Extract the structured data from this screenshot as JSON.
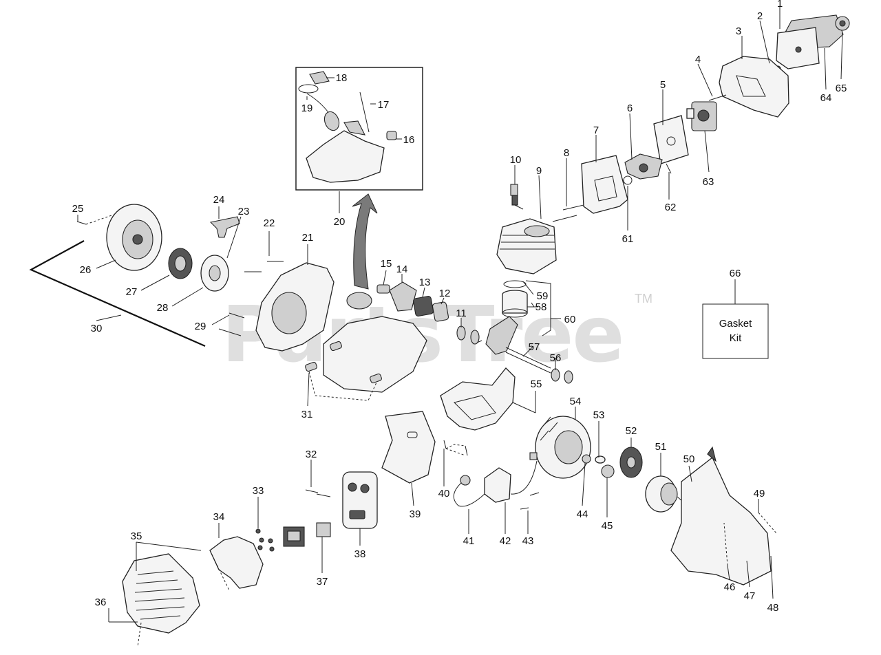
{
  "watermark": "PartsTree",
  "trademark": "TM",
  "gasket_kit": {
    "number": "66",
    "line1": "Gasket",
    "line2": "Kit"
  },
  "callouts": [
    {
      "id": "1"
    },
    {
      "id": "2"
    },
    {
      "id": "3"
    },
    {
      "id": "4"
    },
    {
      "id": "5"
    },
    {
      "id": "6"
    },
    {
      "id": "7"
    },
    {
      "id": "8"
    },
    {
      "id": "9"
    },
    {
      "id": "10"
    },
    {
      "id": "11"
    },
    {
      "id": "12"
    },
    {
      "id": "13"
    },
    {
      "id": "14"
    },
    {
      "id": "15"
    },
    {
      "id": "16"
    },
    {
      "id": "17"
    },
    {
      "id": "18"
    },
    {
      "id": "19"
    },
    {
      "id": "20"
    },
    {
      "id": "21"
    },
    {
      "id": "22"
    },
    {
      "id": "23"
    },
    {
      "id": "24"
    },
    {
      "id": "25"
    },
    {
      "id": "26"
    },
    {
      "id": "27"
    },
    {
      "id": "28"
    },
    {
      "id": "29"
    },
    {
      "id": "30"
    },
    {
      "id": "31"
    },
    {
      "id": "32"
    },
    {
      "id": "33"
    },
    {
      "id": "34"
    },
    {
      "id": "35"
    },
    {
      "id": "36"
    },
    {
      "id": "37"
    },
    {
      "id": "38"
    },
    {
      "id": "39"
    },
    {
      "id": "40"
    },
    {
      "id": "41"
    },
    {
      "id": "42"
    },
    {
      "id": "43"
    },
    {
      "id": "44"
    },
    {
      "id": "45"
    },
    {
      "id": "46"
    },
    {
      "id": "47"
    },
    {
      "id": "48"
    },
    {
      "id": "49"
    },
    {
      "id": "50"
    },
    {
      "id": "51"
    },
    {
      "id": "52"
    },
    {
      "id": "53"
    },
    {
      "id": "54"
    },
    {
      "id": "55"
    },
    {
      "id": "56"
    },
    {
      "id": "57"
    },
    {
      "id": "58"
    },
    {
      "id": "59"
    },
    {
      "id": "60"
    },
    {
      "id": "61"
    },
    {
      "id": "62"
    },
    {
      "id": "63"
    },
    {
      "id": "64"
    },
    {
      "id": "65"
    }
  ]
}
